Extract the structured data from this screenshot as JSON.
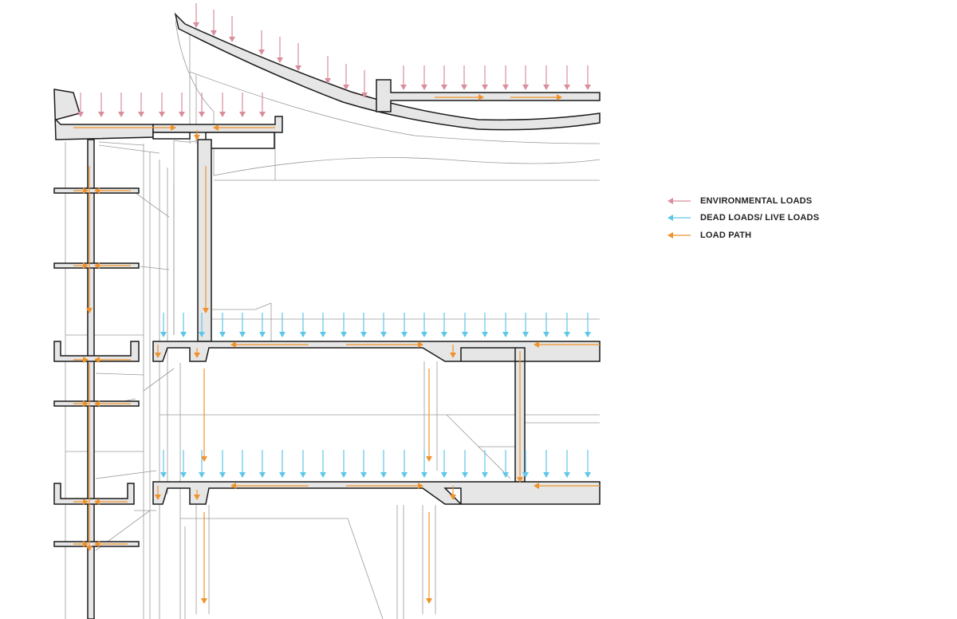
{
  "legend": {
    "environmental": {
      "label": "ENVIRONMENTAL LOADS",
      "color": "#d98e9c"
    },
    "dead_live": {
      "label": "DEAD LOADS/ LIVE LOADS",
      "color": "#5fc6e8"
    },
    "load_path": {
      "label": "LOAD PATH",
      "color": "#f0922b"
    }
  },
  "colors": {
    "structure_fill": "#e6e6e6",
    "structure_stroke": "#1a1a1a",
    "context_line": "#9a9a9a"
  }
}
